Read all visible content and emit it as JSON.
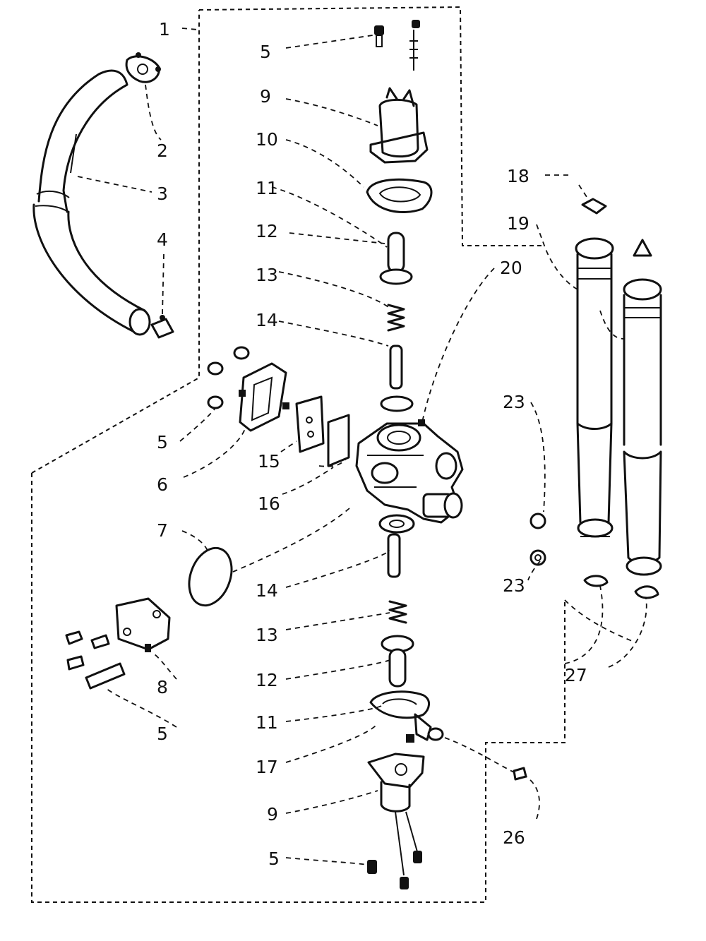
{
  "diagram": {
    "callouts": [
      "1",
      "2",
      "3",
      "4",
      "5",
      "9",
      "10",
      "11",
      "12",
      "13",
      "14",
      "20",
      "18",
      "19",
      "23",
      "15",
      "6",
      "16",
      "7",
      "8",
      "17",
      "26",
      "27"
    ]
  }
}
